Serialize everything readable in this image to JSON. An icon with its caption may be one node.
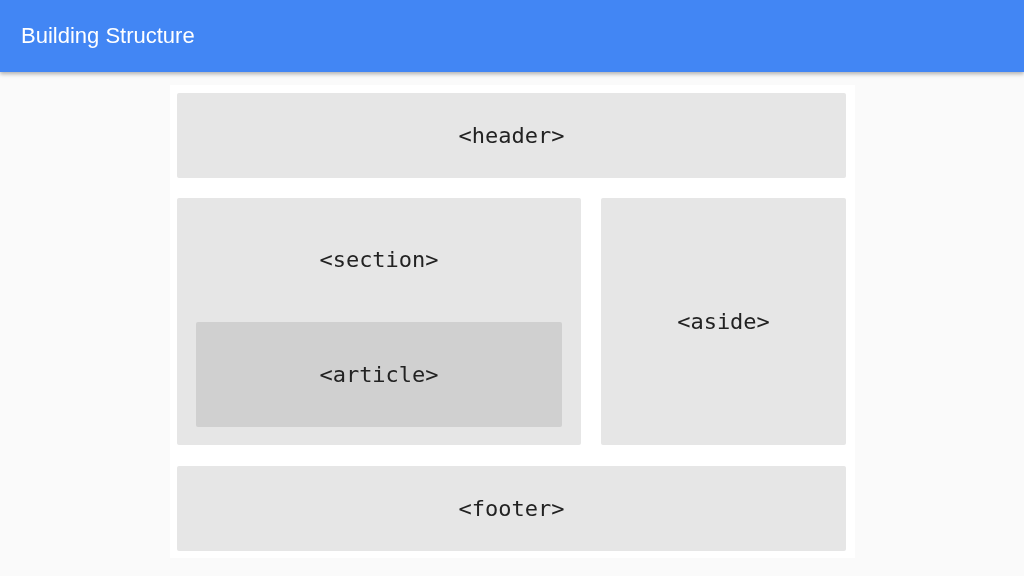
{
  "diagram": {
    "title": "Building Structure",
    "nodes": [
      {
        "text": [
          "<header>"
        ]
      },
      {
        "text": [
          "<section>"
        ]
      },
      {
        "text": [
          "<article>"
        ],
        "in": 1
      },
      {
        "text": [
          "<aside>"
        ]
      },
      {
        "text": [
          "<footer>"
        ]
      }
    ]
  }
}
